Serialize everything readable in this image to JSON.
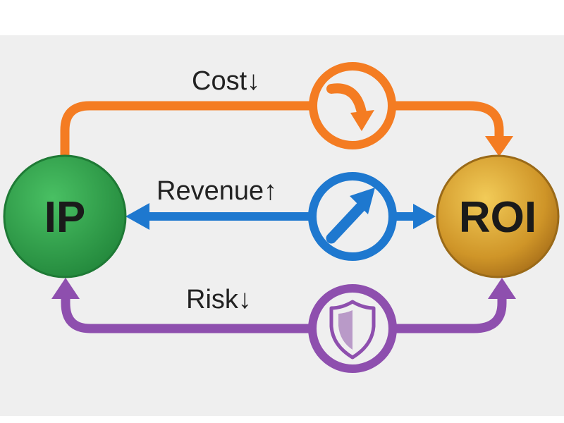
{
  "nodes": {
    "ip": {
      "label": "IP",
      "color": "#2fa54c"
    },
    "roi": {
      "label": "ROI",
      "color": "#d9a12c"
    }
  },
  "edges": {
    "cost": {
      "label": "Cost↓",
      "color": "#f47c22",
      "icon": "curved-down-arrow-icon"
    },
    "revenue": {
      "label": "Revenue↑",
      "color": "#1e78cf",
      "icon": "up-right-arrow-icon"
    },
    "risk": {
      "label": "Risk↓",
      "color": "#8e4fae",
      "icon": "shield-icon"
    }
  }
}
